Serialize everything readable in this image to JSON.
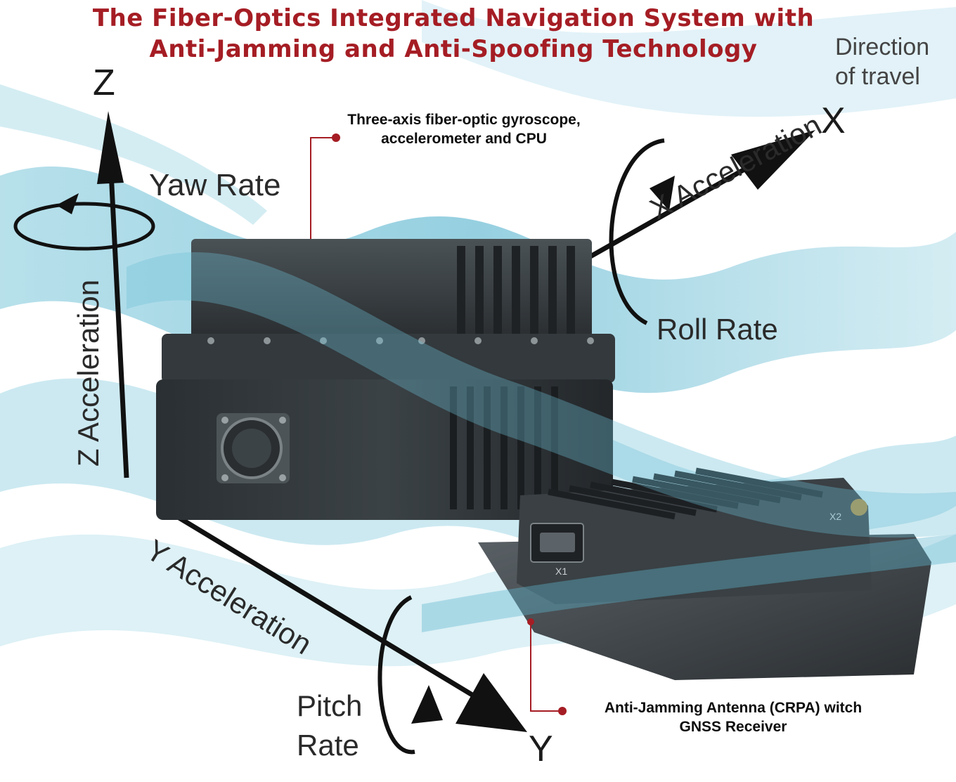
{
  "title": {
    "line1": "The Fiber-Optics Integrated Navigation System with",
    "line2": "Anti-Jamming and Anti-Spoofing Technology"
  },
  "direction": {
    "line1": "Direction",
    "line2": "of travel"
  },
  "axes": {
    "z": "Z",
    "x": "X",
    "y": "Y",
    "yaw_rate": "Yaw Rate",
    "z_acceleration": "Z Acceleration",
    "x_acceleration": "X Acceleration",
    "roll_rate": "Roll Rate",
    "y_acceleration": "Y Acceleration",
    "pitch_line1": "Pitch",
    "pitch_line2": "Rate"
  },
  "callouts": {
    "imu_line1": "Three-axis fiber-optic gyroscope,",
    "imu_line2": "accelerometer and CPU",
    "crpa_line1": "Anti-Jamming Antenna (CRPA) witch",
    "crpa_line2": "GNSS Receiver"
  },
  "devices": {
    "imu_connector": "round-connector-icon",
    "crpa_x1": "X1",
    "crpa_x2": "X2"
  },
  "colors": {
    "title": "#a51d24",
    "callout_line": "#a51d24",
    "wave": "#5fb6cf",
    "device": "#2c3033"
  }
}
